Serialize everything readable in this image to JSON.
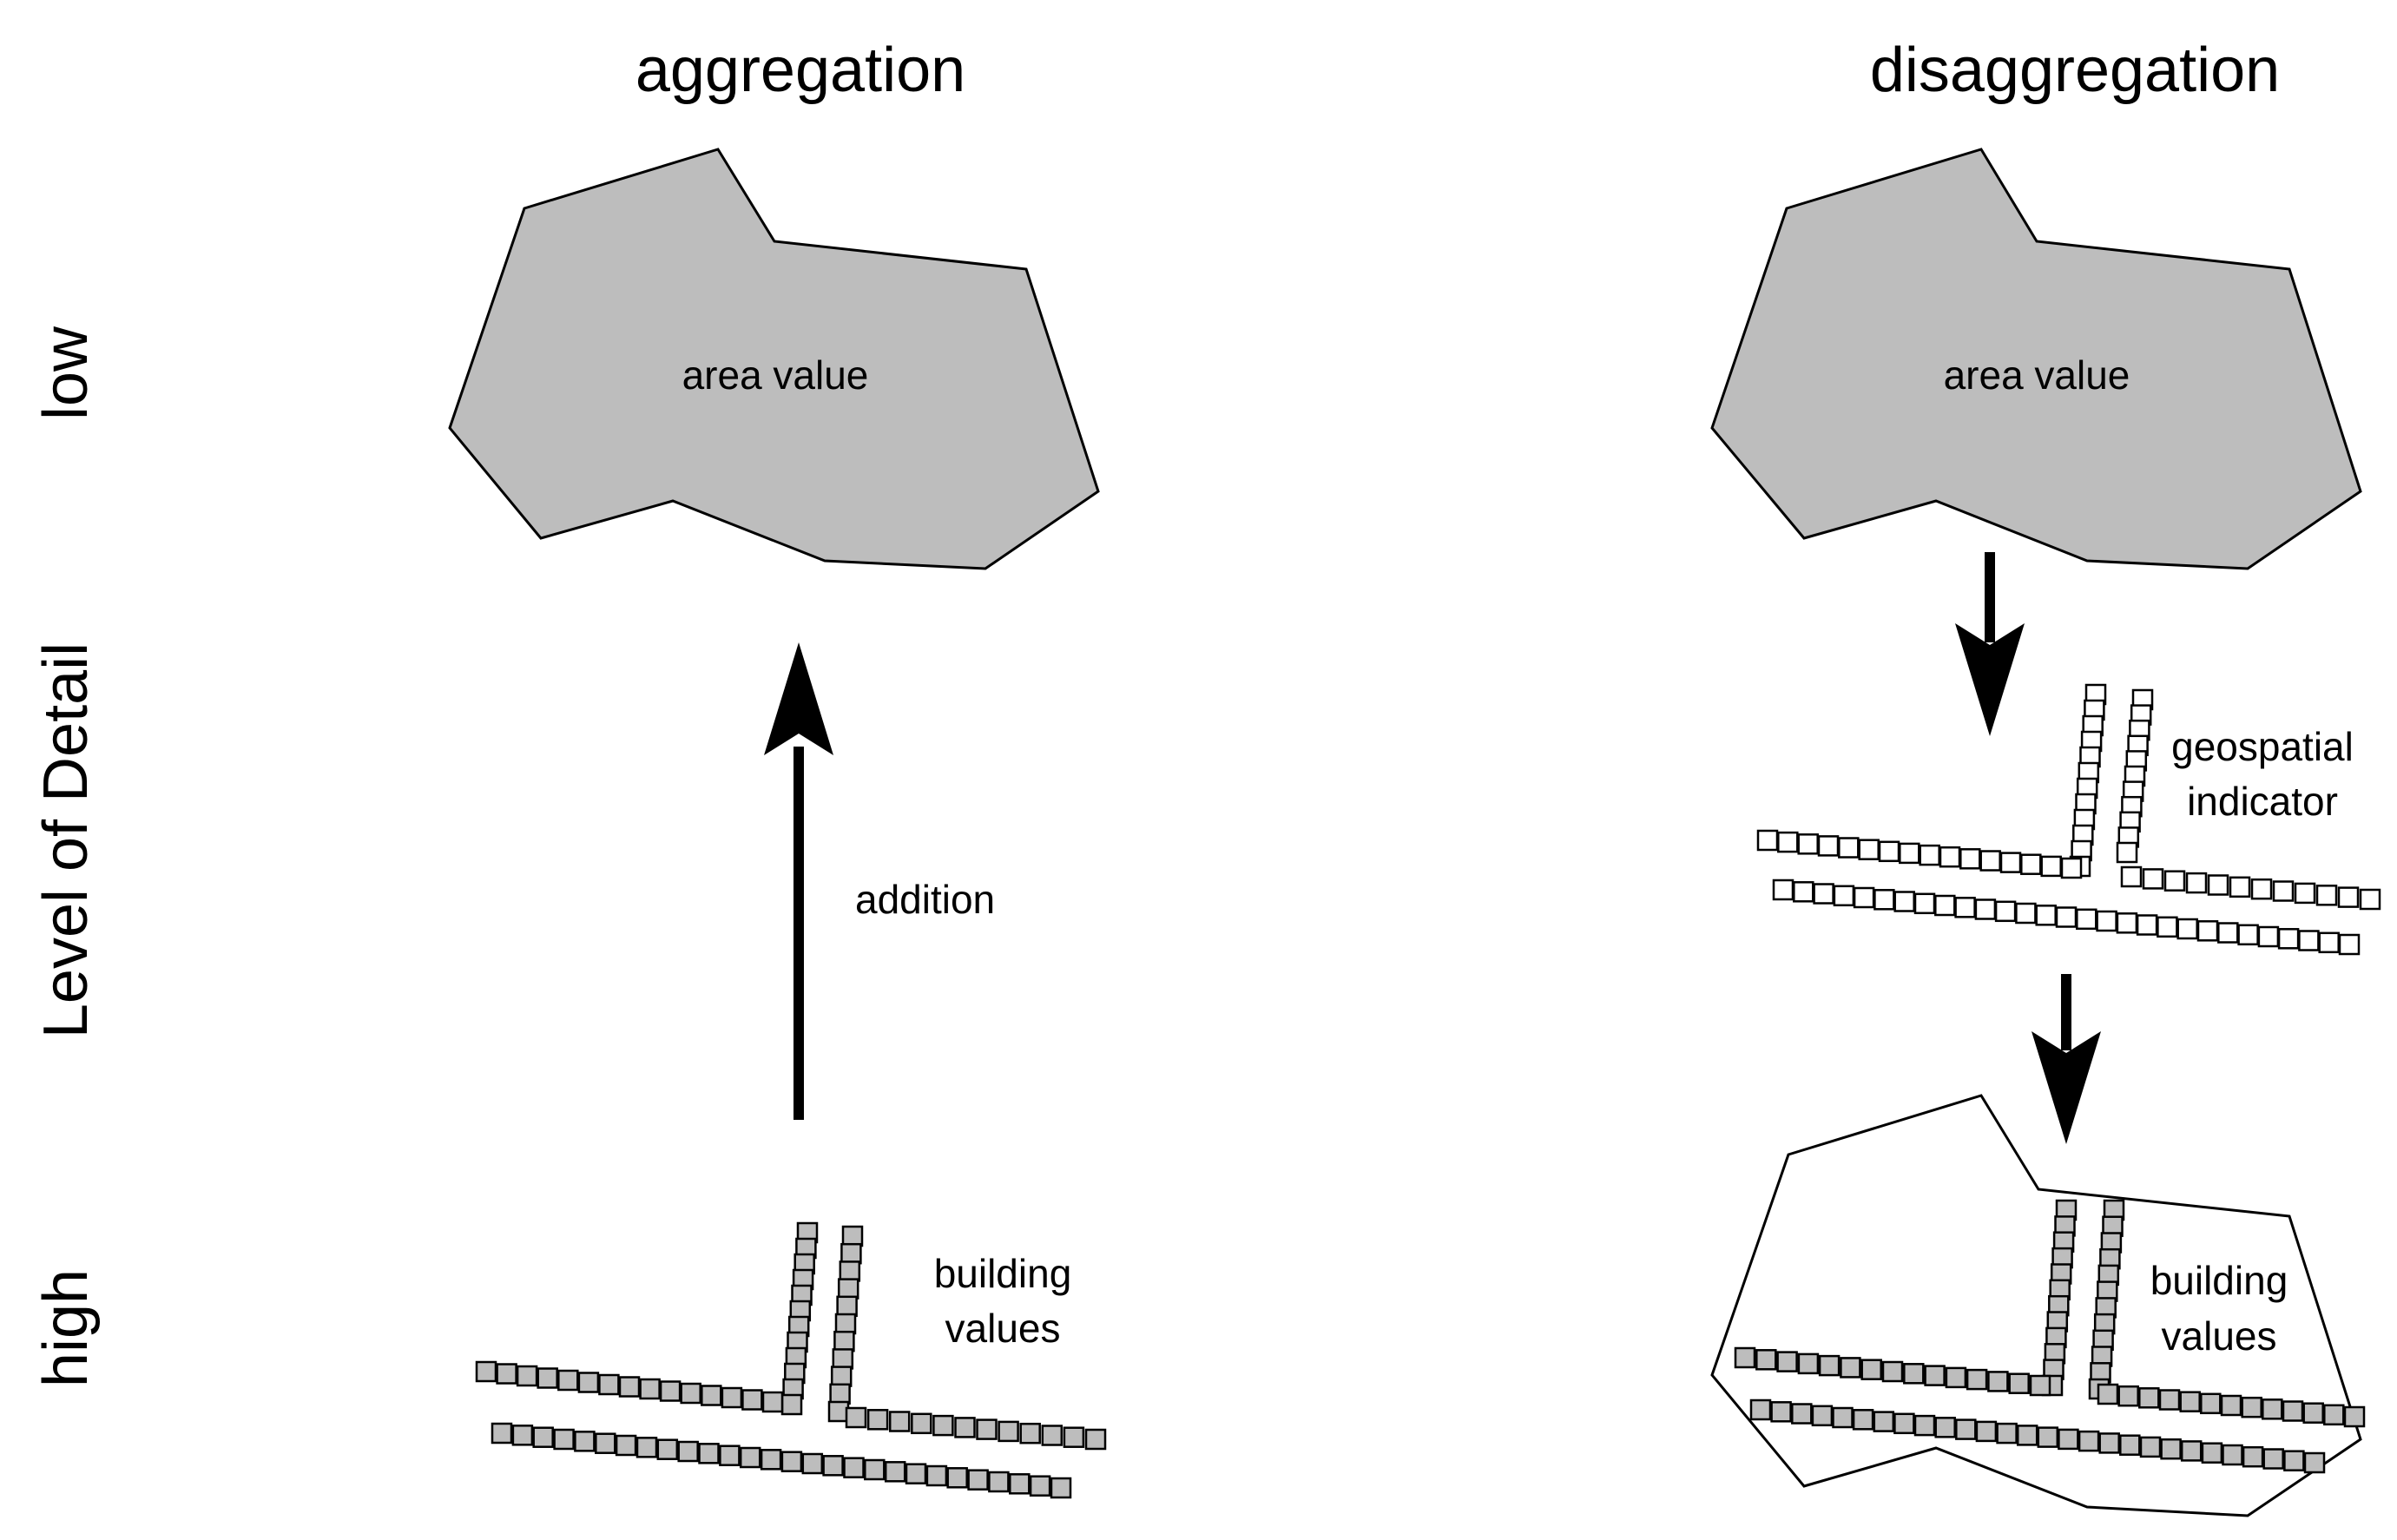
{
  "titles": {
    "left": "aggregation",
    "right": "disaggregation"
  },
  "axis": {
    "label": "Level of Detail",
    "low": "low",
    "high": "high"
  },
  "left_panel": {
    "area_label": "area value",
    "arrow_label": "addition",
    "buildings_label": [
      "building",
      "values"
    ]
  },
  "right_panel": {
    "area_label": "area value",
    "indicator_label": [
      "geospatial",
      "indicator"
    ],
    "buildings_label": [
      "building",
      "values"
    ]
  },
  "colors": {
    "area_fill": "#bdbdbd",
    "building_fill_gray": "#bdbdbd",
    "building_fill_empty": "#ffffff",
    "stroke": "#000000"
  }
}
